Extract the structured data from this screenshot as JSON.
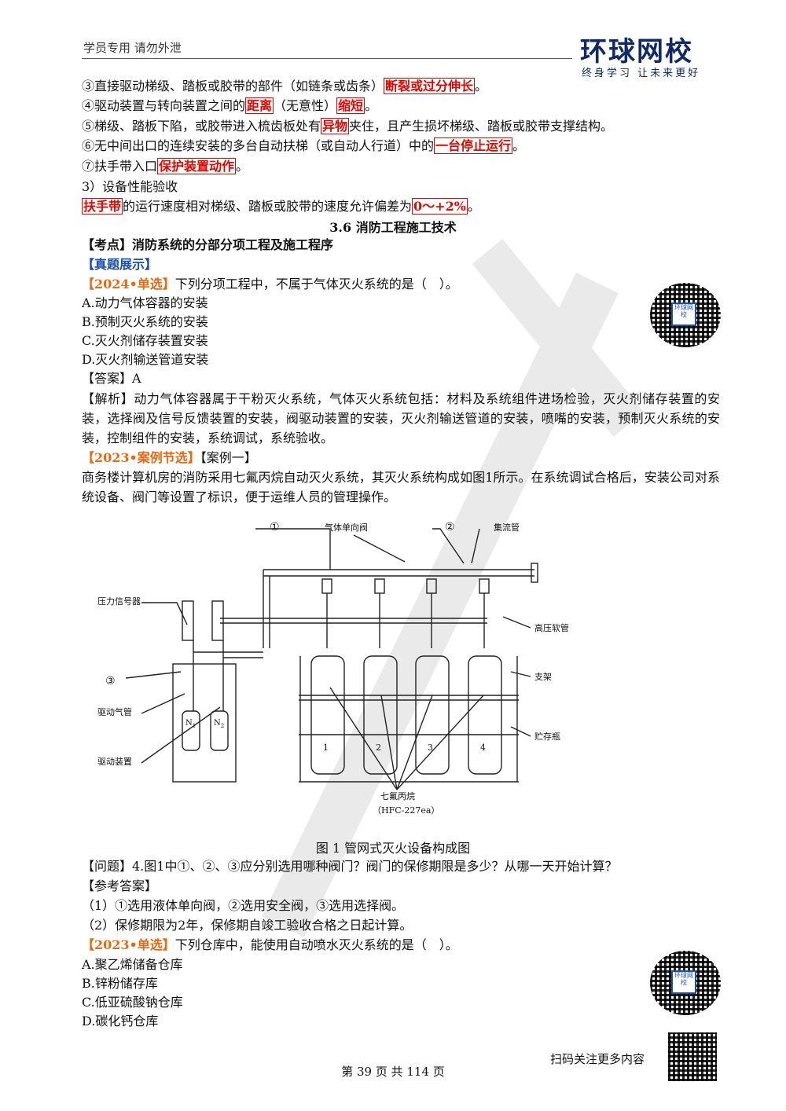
{
  "header": {
    "note": "学员专用 请勿外泄",
    "logo_main": "环球网校",
    "logo_sub": "终身学习 让未来更好"
  },
  "lines": {
    "l3_pre": "③直接驱动梯级、踏板或胶带的部件（如链条或齿条）",
    "l3_hl": "断裂或过分伸长",
    "l3_post": "。",
    "l4_pre": "④驱动装置与转向装置之间的",
    "l4_hl1": "距离",
    "l4_mid": "（无意性）",
    "l4_hl2": "缩短",
    "l4_post": "。",
    "l5_pre": "⑤梯级、踏板下陷，或胶带进入梳齿板处有",
    "l5_hl": "异物",
    "l5_post": "夹住，且产生损坏梯级、踏板或胶带支撑结构。",
    "l6_pre": "⑥无中间出口的连续安装的多台自动扶梯（或自动人行道）中的",
    "l6_hl": "一台停止运行",
    "l6_post": "。",
    "l7_pre": "⑦扶手带入口",
    "l7_hl": "保护装置动作",
    "l7_post": "。",
    "perf_title": "3）设备性能验收",
    "perf_hl1": "扶手带",
    "perf_mid": "的运行速度相对梯级、踏板或胶带的速度允许偏差为",
    "perf_hl2": "0～+2%",
    "perf_post": "。"
  },
  "section": {
    "title": "3.6 消防工程施工技术",
    "kaodian": "【考点】消防系统的分部分项工程及施工程序",
    "zhenti": "【真题展示】"
  },
  "q1": {
    "tag": "【2024•单选】",
    "stem": "下列分项工程中，不属于气体灭火系统的是（　）。",
    "options": [
      "A.动力气体容器的安装",
      "B.预制灭火系统的安装",
      "C.灭火剂储存装置安装",
      "D.灭火剂输送管道安装"
    ],
    "answer": "【答案】A",
    "analysis_label": "【解析】",
    "analysis": "动力气体容器属于干粉灭火系统，气体灭火系统包括：材料及系统组件进场检验，灭火剂储存装置的安装，选择阀及信号反馈装置的安装，阀驱动装置的安装，灭火剂输送管道的安装，喷嘴的安装，预制灭火系统的安装，控制组件的安装，系统调试，系统验收。"
  },
  "q2": {
    "tag": "【2023•案例节选】",
    "case": "【案例一】",
    "desc": "商务楼计算机房的消防采用七氟丙烷自动灭火系统，其灭火系统构成如图1所示。在系统调试合格后，安装公司对系统设备、阀门等设置了标识，便于运维人员的管理操作。",
    "figure": {
      "label_1": "①",
      "label_2": "②",
      "label_3": "③",
      "gas_check_valve": "气体单向阀",
      "manifold": "集流管",
      "pressure_switch": "压力信号器",
      "hp_hose": "高压软管",
      "bracket": "支架",
      "drive_pipe": "驱动气管",
      "storage_bottle": "贮存瓶",
      "drive_device": "驱动装置",
      "agent": "七氟丙烷",
      "agent_code": "（HFC-227ea）",
      "n1": "N",
      "n1_sub": "1",
      "n2": "N",
      "n2_sub": "2",
      "cyl_nums": [
        "1",
        "2",
        "3",
        "4"
      ],
      "caption": "图 1 管网式灭火设备构成图"
    },
    "question": "【问题】4.图1中①、②、③应分别选用哪种阀门？阀门的保修期限是多少？从哪一天开始计算？",
    "ref_label": "【参考答案】",
    "ans1": "（1）①选用液体单向阀，②选用安全阀，③选用选择阀。",
    "ans2": "（2）保修期限为2年，保修期自竣工验收合格之日起计算。"
  },
  "q3": {
    "tag": "【2023•单选】",
    "stem": "下列仓库中，能使用自动喷水灭火系统的是（　）。",
    "options": [
      "A.聚乙烯储备仓库",
      "B.锌粉储存库",
      "C.低亚硫酸钠仓库",
      "D.碳化钙仓库"
    ]
  },
  "qr_label": "环球网校",
  "footer": {
    "page": "第 39 页 共 114 页",
    "scan": "扫码关注更多内容"
  }
}
